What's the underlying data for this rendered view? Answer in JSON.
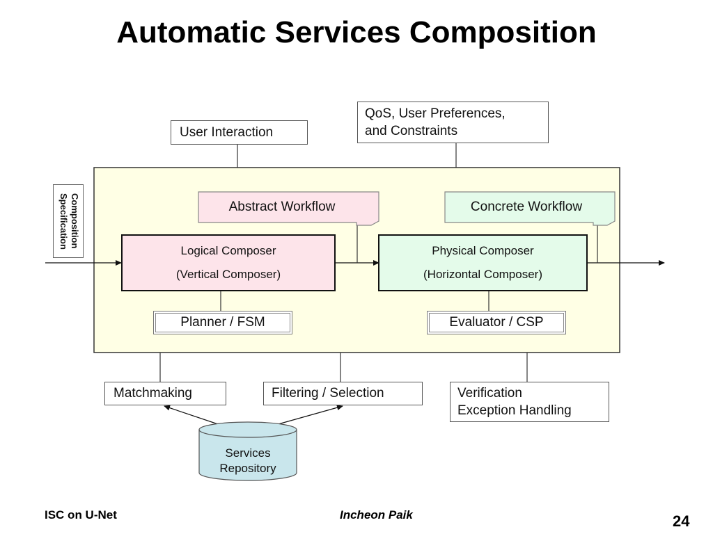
{
  "title": "Automatic Services Composition",
  "diagram": {
    "user_interaction": "User Interaction",
    "qos_line1": "QoS, User Preferences,",
    "qos_line2": "and Constraints",
    "composition_spec": "Composition Specification",
    "abstract_workflow": "Abstract Workflow",
    "concrete_workflow": "Concrete Workflow",
    "logical_composer_line1": "Logical Composer",
    "logical_composer_line2": "(Vertical Composer)",
    "physical_composer_line1": "Physical Composer",
    "physical_composer_line2": "(Horizontal Composer)",
    "planner": "Planner / FSM",
    "evaluator": "Evaluator / CSP",
    "matchmaking": "Matchmaking",
    "filtering": "Filtering / Selection",
    "verification_line1": "Verification",
    "verification_line2": "Exception Handling",
    "repository_line1": "Services",
    "repository_line2": "Repository",
    "colors": {
      "container_fill": "#FFFFE5",
      "abstract_fill": "#FDE4EA",
      "concrete_fill": "#E4FBEA",
      "logical_fill": "#FDE4EA",
      "physical_fill": "#E4FBEA",
      "repository_fill": "#C9E6EC"
    }
  },
  "footer": {
    "left": "ISC on U-Net",
    "center": "Incheon Paik",
    "page": "24"
  }
}
